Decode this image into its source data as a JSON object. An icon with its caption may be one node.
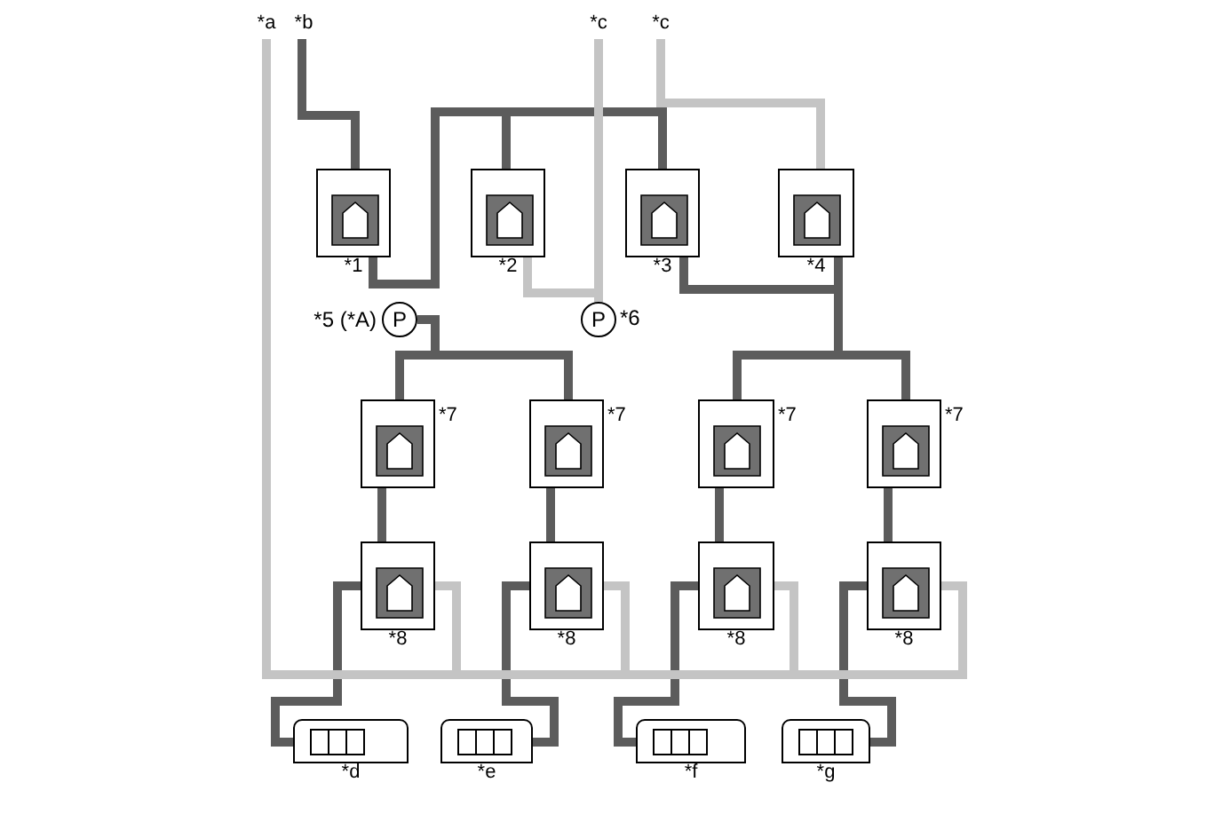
{
  "diagram": {
    "nodes": [
      {
        "text": [
          "*a"
        ]
      },
      {
        "text": [
          "*b"
        ]
      },
      {
        "text": [
          "*c"
        ]
      },
      {
        "text": [
          "*c"
        ]
      },
      {
        "text": [
          "*1"
        ]
      },
      {
        "text": [
          "*2"
        ]
      },
      {
        "text": [
          "*3"
        ]
      },
      {
        "text": [
          "*4"
        ]
      },
      {
        "text": [
          "P"
        ],
        "beside": [
          "*5 (*A)"
        ]
      },
      {
        "text": [
          "P"
        ],
        "beside": [
          "*6"
        ]
      },
      {
        "text": [
          "*7"
        ]
      },
      {
        "text": [
          "*7"
        ]
      },
      {
        "text": [
          "*7"
        ]
      },
      {
        "text": [
          "*7"
        ]
      },
      {
        "text": [
          "*8"
        ]
      },
      {
        "text": [
          "*8"
        ]
      },
      {
        "text": [
          "*8"
        ]
      },
      {
        "text": [
          "*8"
        ]
      },
      {
        "text": [
          "*d"
        ]
      },
      {
        "text": [
          "*e"
        ]
      },
      {
        "text": [
          "*f"
        ]
      },
      {
        "text": [
          "*g"
        ]
      }
    ],
    "edges": [
      {
        "from": 1,
        "to": 4,
        "arrow": "none"
      },
      {
        "from": 4,
        "to": 5,
        "arrow": "none"
      },
      {
        "from": 4,
        "to": 6,
        "arrow": "none"
      },
      {
        "from": 8,
        "to": 10,
        "arrow": "none"
      },
      {
        "from": 8,
        "to": 11,
        "arrow": "none"
      },
      {
        "from": 2,
        "to": 9,
        "arrow": "none",
        "color": "#c4c4c4"
      },
      {
        "from": 5,
        "to": 9,
        "arrow": "none",
        "color": "#c4c4c4"
      },
      {
        "from": 3,
        "to": 7,
        "arrow": "none",
        "color": "#c4c4c4"
      },
      {
        "from": 6,
        "to": 12,
        "arrow": "none"
      },
      {
        "from": 7,
        "to": 13,
        "arrow": "none"
      },
      {
        "from": 10,
        "to": 14,
        "arrow": "none"
      },
      {
        "from": 11,
        "to": 15,
        "arrow": "none"
      },
      {
        "from": 12,
        "to": 16,
        "arrow": "none"
      },
      {
        "from": 13,
        "to": 17,
        "arrow": "none"
      },
      {
        "from": 14,
        "to": 18,
        "arrow": "none"
      },
      {
        "from": 15,
        "to": 19,
        "arrow": "none"
      },
      {
        "from": 16,
        "to": 20,
        "arrow": "none"
      },
      {
        "from": 17,
        "to": 21,
        "arrow": "none"
      },
      {
        "from": 0,
        "to": 14,
        "arrow": "none",
        "color": "#c4c4c4"
      },
      {
        "from": 0,
        "to": 15,
        "arrow": "none",
        "color": "#c4c4c4"
      },
      {
        "from": 0,
        "to": 16,
        "arrow": "none",
        "color": "#c4c4c4"
      },
      {
        "from": 0,
        "to": 17,
        "arrow": "none",
        "color": "#c4c4c4"
      }
    ]
  }
}
